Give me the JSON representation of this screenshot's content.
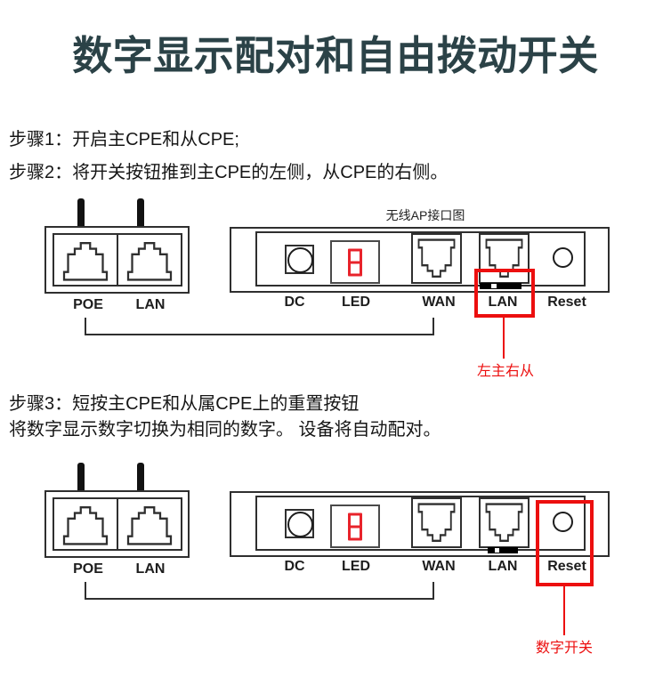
{
  "title": "数字显示配对和自由拨动开关",
  "steps": {
    "step1": "步骤1：开启主CPE和从CPE;",
    "step2": "步骤2：将开关按钮推到主CPE的左侧，从CPE的右侧。",
    "step3_line1": "步骤3：短按主CPE和从属CPE上的重置按钮",
    "step3_line2": "将数字显示数字切换为相同的数字。 设备将自动配对。"
  },
  "diagram_top": {
    "ap_panel_title": "无线AP接口图",
    "device_port_labels": [
      "POE",
      "LAN"
    ],
    "panel_port_labels": [
      "DC",
      "LED",
      "WAN",
      "LAN",
      "Reset"
    ],
    "led_digit": "8",
    "highlight_label": "左主右从"
  },
  "diagram_bottom": {
    "device_port_labels": [
      "POE",
      "LAN"
    ],
    "panel_port_labels": [
      "DC",
      "LED",
      "WAN",
      "LAN",
      "Reset"
    ],
    "led_digit": "8",
    "highlight_label": "数字开关"
  },
  "colors": {
    "title_color": "#2b4247",
    "highlight_red": "#ec0f0f",
    "led_red": "#e8232b",
    "diagram_line": "#2f2f2f"
  }
}
